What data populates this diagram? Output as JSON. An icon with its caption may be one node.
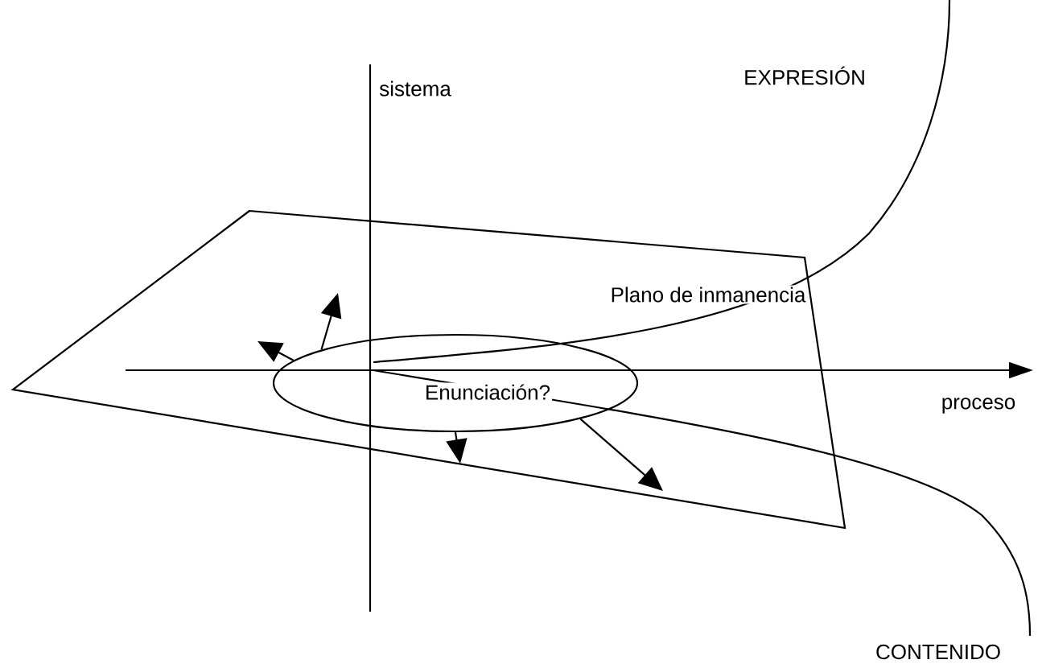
{
  "diagram": {
    "nodes": [
      {
        "text": [
          "Plano de inmanencia"
        ]
      },
      {
        "text": [
          "Enunciación?"
        ],
        "in": 0
      }
    ],
    "edges": [
      {
        "from": 1,
        "to": null,
        "arrow": "to"
      },
      {
        "from": 1,
        "to": null,
        "arrow": "to"
      },
      {
        "from": 1,
        "to": null,
        "arrow": "to"
      },
      {
        "from": 1,
        "to": null,
        "arrow": "to"
      }
    ],
    "labels": [
      "sistema",
      "EXPRESIÓN",
      "proceso",
      "CONTENIDO"
    ]
  }
}
